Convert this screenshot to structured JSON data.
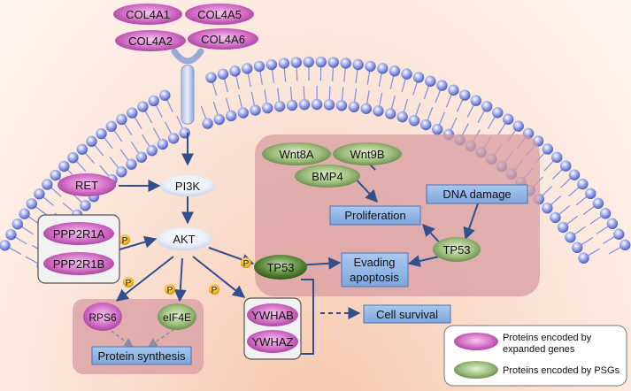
{
  "ligands": [
    "COL4A1",
    "COL4A5",
    "COL4A2",
    "COL4A6"
  ],
  "nodes": {
    "ret": "RET",
    "pi3k": "PI3K",
    "akt": "AKT",
    "ppp2r1a": "PPP2R1A",
    "ppp2r1b": "PPP2R1B",
    "tp53_main": "TP53",
    "rps6": "RPS6",
    "eif4e": "eIF4E",
    "protein_synthesis": "Protein synthesis",
    "ywhab": "YWHAB",
    "ywhaz": "YWHAZ",
    "cell_survival": "Cell survival",
    "wnt8a": "Wnt8A",
    "wnt9b": "Wnt9B",
    "bmp4": "BMP4",
    "dna_damage": "DNA damage",
    "proliferation": "Proliferation",
    "tp53_box": "TP53",
    "evading_line1": "Evading",
    "evading_line2": "apoptosis"
  },
  "phospho_label": "P",
  "legend": {
    "expanded_line1": "Proteins encoded by",
    "expanded_line2": "expanded genes",
    "psg": "Proteins encoded by PSGs"
  },
  "colors": {
    "membrane_bead": "#7f8fe0",
    "arrow": "#2f4f8f",
    "purple": "#c458b8",
    "green": "#7ea25e",
    "blue_box": "#8db4e6",
    "pink_region": "#d8a0a4",
    "phospho": "#f2b41f"
  }
}
